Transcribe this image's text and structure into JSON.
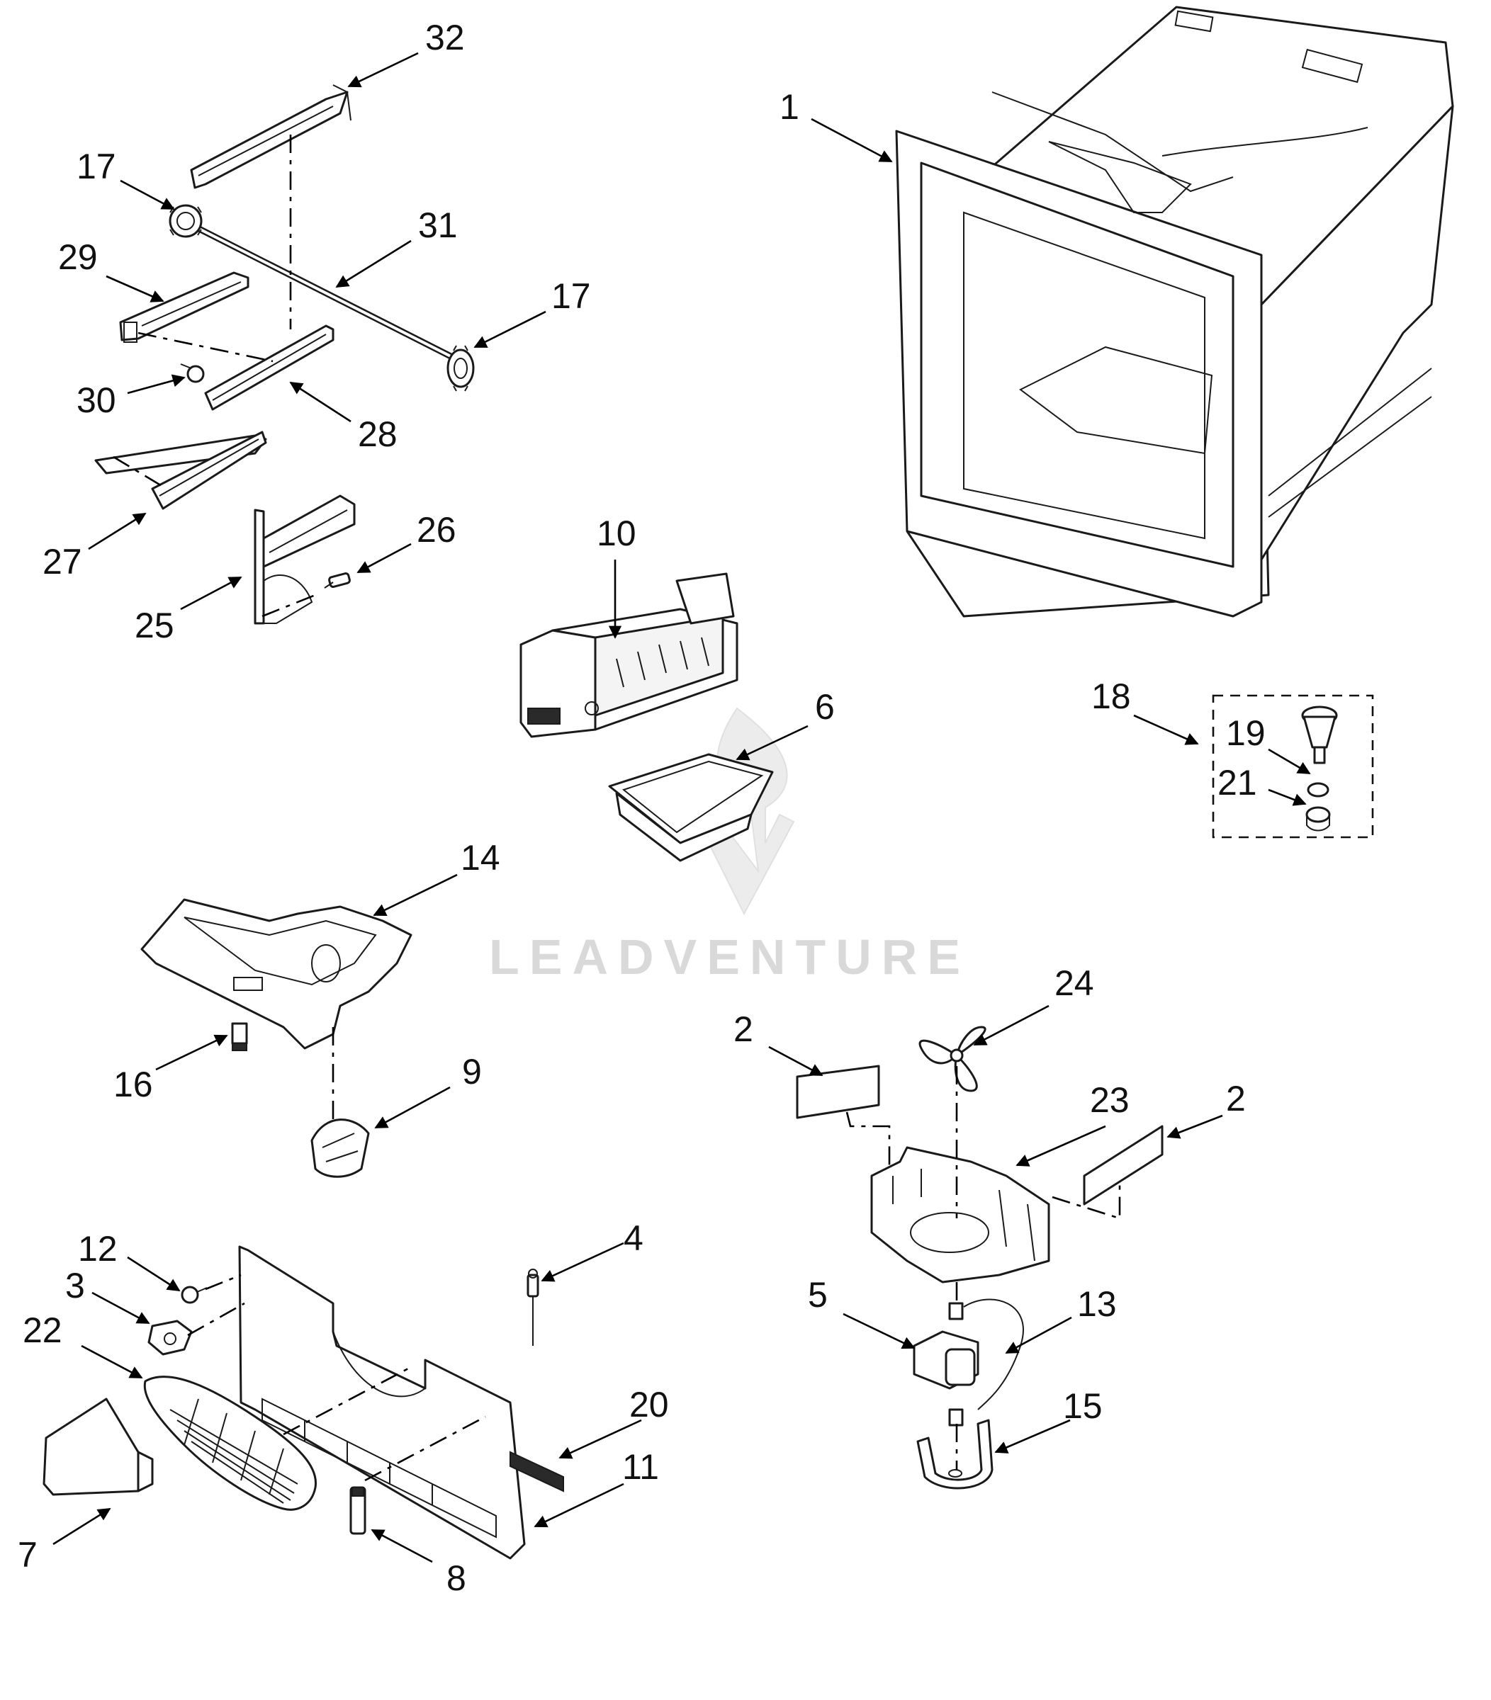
{
  "watermark": {
    "text": "LEADVENTURE"
  },
  "callouts": [
    "32",
    "17",
    "31",
    "29",
    "17",
    "30",
    "28",
    "27",
    "26",
    "25",
    "1",
    "10",
    "6",
    "18",
    "19",
    "21",
    "14",
    "16",
    "9",
    "24",
    "2",
    "23",
    "2",
    "12",
    "4",
    "3",
    "22",
    "5",
    "13",
    "20",
    "11",
    "15",
    "7",
    "8"
  ]
}
